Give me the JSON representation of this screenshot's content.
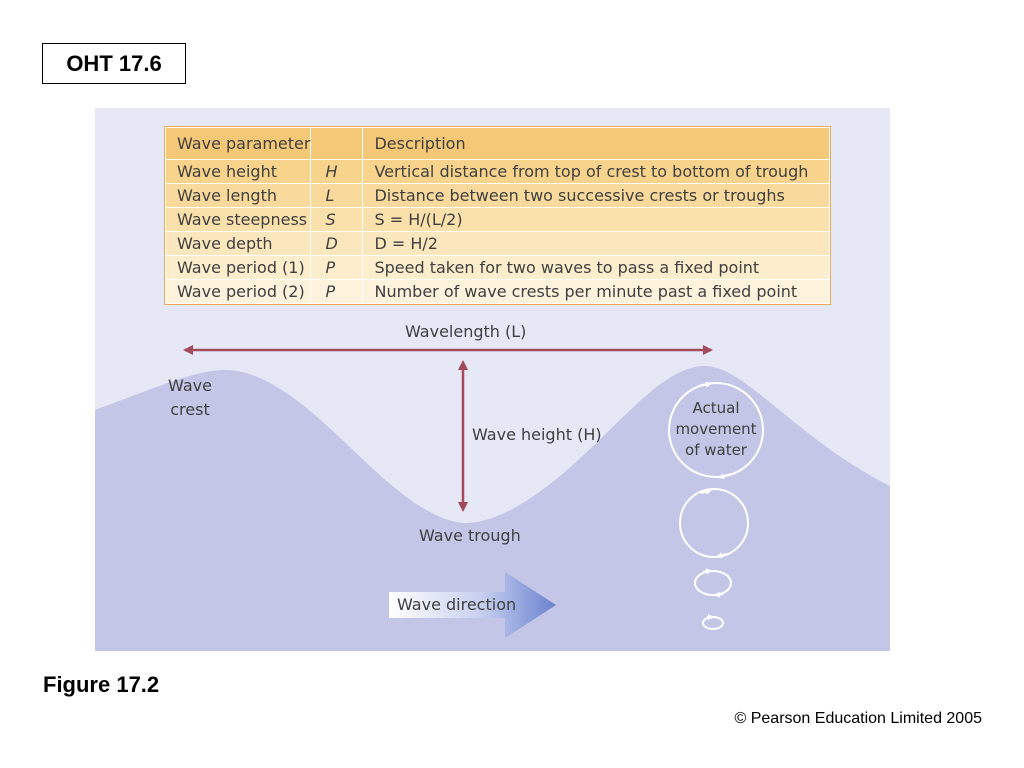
{
  "slide": {
    "oht_label": "OHT 17.6",
    "figure_caption": "Figure 17.2",
    "copyright": "© Pearson Education Limited 2005"
  },
  "table": {
    "headers": [
      "Wave parameter",
      "",
      "Description"
    ],
    "rows": [
      {
        "parameter": "Wave height",
        "symbol": "H",
        "description": "Vertical distance from top of crest to bottom of trough"
      },
      {
        "parameter": "Wave length",
        "symbol": "L",
        "description": "Distance between two successive crests or troughs"
      },
      {
        "parameter": "Wave steepness",
        "symbol": "S",
        "description": "S = H/(L/2)"
      },
      {
        "parameter": "Wave depth",
        "symbol": "D",
        "description": "D = H/2"
      },
      {
        "parameter": "Wave period (1)",
        "symbol": "P",
        "description": "Speed taken for two waves to pass a fixed point"
      },
      {
        "parameter": "Wave period (2)",
        "symbol": "P",
        "description": "Number of wave crests per minute past a fixed point"
      }
    ]
  },
  "diagram": {
    "wavelength_label": "Wavelength (L)",
    "wave_height_label": "Wave height (H)",
    "crest_label_line1": "Wave",
    "crest_label_line2": "crest",
    "trough_label": "Wave trough",
    "movement_line1": "Actual",
    "movement_line2": "movement",
    "movement_line3": "of water",
    "direction_label": "Wave direction",
    "colors": {
      "sky": "#e6e8f6",
      "water": "#c3c6e6",
      "arrow": "#a34a5c",
      "table_header": "#f5c877",
      "table_border": "#f0a850",
      "direction_arrow": "#6a82cf"
    }
  }
}
